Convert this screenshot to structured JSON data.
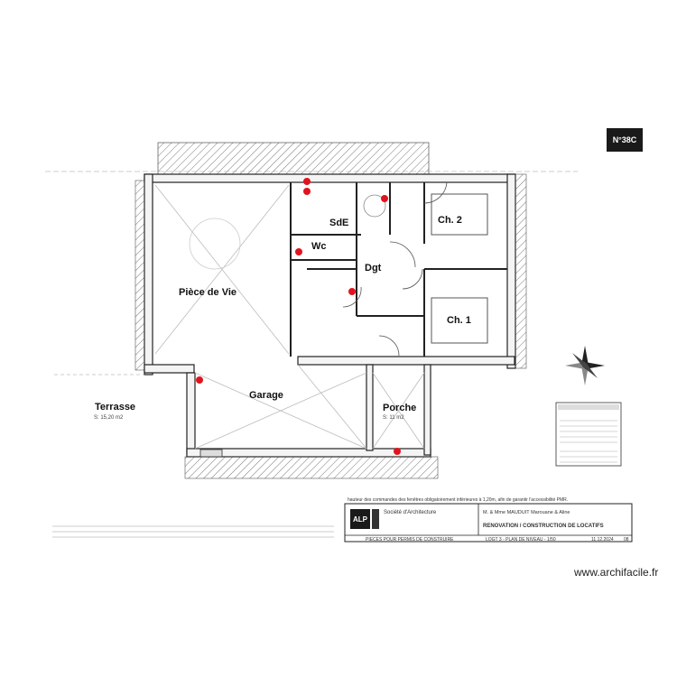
{
  "badge": "N°38C",
  "watermark": "www.archifacile.fr",
  "rooms": {
    "sde": "SdE",
    "ch2": "Ch. 2",
    "wc": "Wc",
    "dgt": "Dgt",
    "piece_de_vie": "Pièce de Vie",
    "ch1": "Ch. 1",
    "terrasse": "Terrasse",
    "garage": "Garage",
    "porche": "Porche"
  },
  "areas": {
    "terrasse": "S: 15,20 m2",
    "porche": "S: 11 m2"
  },
  "notes": {
    "accessibility": "hauteur des commandes des fenêtres obligatoirement inférieures à 1,20m, afin de garantir l'accessibilité PMR."
  },
  "title_block": {
    "logo": "ALP",
    "firm": "Société d'Architecture",
    "client": "M. & Mme MAUDUIT Marouane & Aline",
    "project": "RENOVATION / CONSTRUCTION DE LOCATIFS",
    "footer_left": "PIECES POUR PERMIS DE CONSTRUIRE",
    "footer_mid": "LOGT 3 - PLAN DE NIVEAU - 1/50",
    "footer_date": "11.12.2024",
    "sheet": "08"
  },
  "markers": {
    "color": "#e0141e"
  }
}
